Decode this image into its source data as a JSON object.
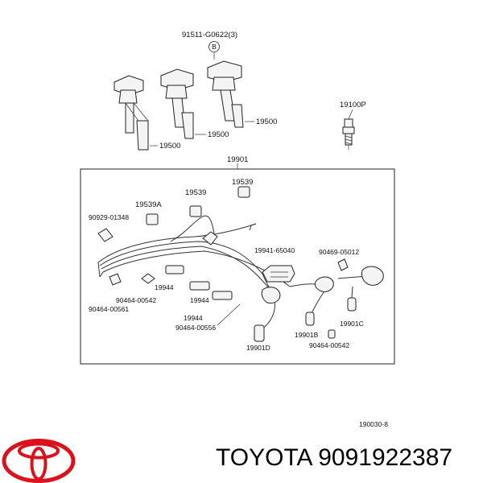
{
  "diagram": {
    "labels": {
      "coil_bolt": "91511-G0622(3)",
      "callout_b": "B",
      "spark_plug": "19100P",
      "coil_a": "19500",
      "coil_b": "19500",
      "coil_c": "19500",
      "wire_set": "19901",
      "clamp_a": "19539A",
      "clamp_b": "19539",
      "clamp_c": "19539",
      "clip_90929": "90929-01348",
      "holder_19941": "19941-65040",
      "clip_90469": "90469-05012",
      "clip_90464_00542_left": "90464-00542",
      "clip_90464_00561": "90464-00561",
      "sep_19944_a": "19944",
      "sep_19944_b": "19944",
      "sep_19944_c": "19944",
      "clip_90464_00556": "90464-00556",
      "cord_19901b": "19901B",
      "cord_19901c": "19901C",
      "cord_19901d": "19901D",
      "clip_90464_00542_right": "90464-00542",
      "figure_number": "190030-8"
    }
  },
  "footer": {
    "brand_text": "TOYOTA 9091922387"
  },
  "colors": {
    "logo_red": "#d9121c",
    "line": "#222222",
    "text": "#111111"
  }
}
